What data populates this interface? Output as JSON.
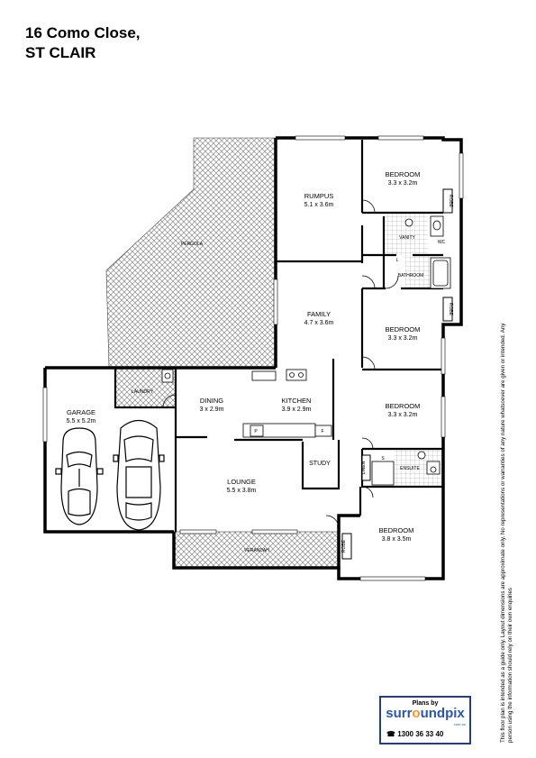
{
  "title": {
    "line1": "16 Como Close,",
    "line2": "ST CLAIR"
  },
  "rooms": {
    "rumpus": {
      "name": "RUMPUS",
      "size": "5.1 x 3.6m"
    },
    "bed1": {
      "name": "BEDROOM",
      "size": "3.3 x 3.2m"
    },
    "bed2": {
      "name": "BEDROOM",
      "size": "3.3 x 3.2m"
    },
    "bed3": {
      "name": "BEDROOM",
      "size": "3.3 x 3.2m"
    },
    "bed4": {
      "name": "BEDROOM",
      "size": "3.8 x 3.5m"
    },
    "family": {
      "name": "FAMILY",
      "size": "4.7 x 3.6m"
    },
    "garage": {
      "name": "GARAGE",
      "size": "5.5 x 5.2m"
    },
    "dining": {
      "name": "DINING",
      "size": "3 x 2.9m"
    },
    "kitchen": {
      "name": "KITCHEN",
      "size": "3.9 x 2.9m"
    },
    "lounge": {
      "name": "LOUNGE",
      "size": "5.5 x 3.8m"
    },
    "study": {
      "name": "STUDY"
    }
  },
  "small_labels": {
    "pergola": "PERGOLA",
    "verandah": "VERANDAH",
    "laundry": "LAUNDRY",
    "vanity": "VANITY",
    "wc": "WC",
    "bathroom": "BATHROOM",
    "robe1": "ROBE",
    "robe2": "ROBE",
    "robe3": "ROBE",
    "linen": "LINEN",
    "ensuite": "ENSUITE",
    "p": "P",
    "f": "F",
    "s": "S",
    "l": "L"
  },
  "disclaimer": "This floor plan is intended as a guide only. Layout dimensions are approximate only. No representations or warranties of any nature whatsoever are given or intended. Any person using the information should rely on their own enquiries",
  "logo": {
    "plans_by": "Plans by",
    "brand_a": "surr",
    "brand_o": "o",
    "brand_b": "undpix",
    "domain": ".com.au",
    "phone": "1300 36 33 40"
  },
  "colors": {
    "hatch": "#8a8a8a",
    "wall": "#000000",
    "brand_blue": "#2a55b0",
    "brand_orange": "#f7941d"
  }
}
